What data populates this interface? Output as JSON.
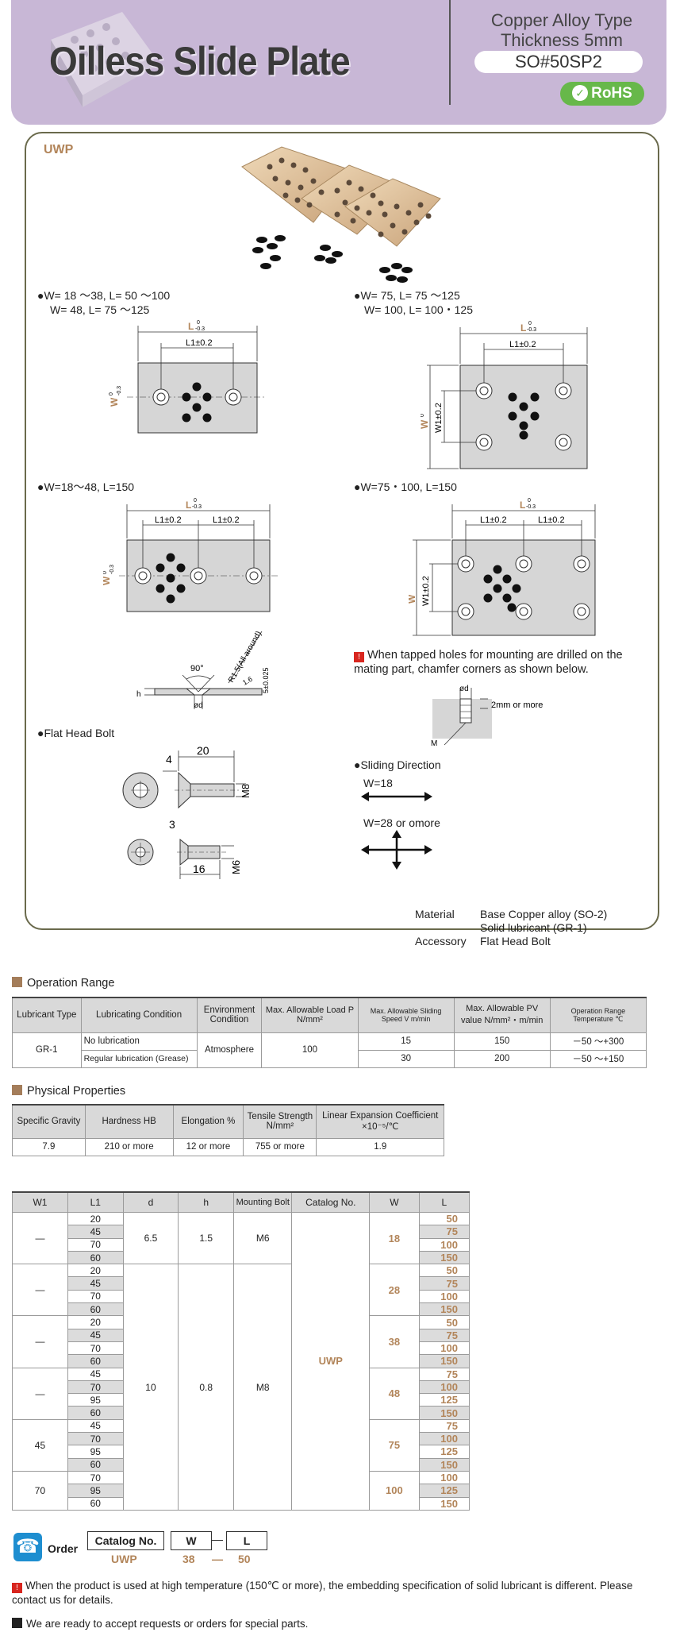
{
  "header": {
    "title": "Oilless Slide Plate",
    "type_line1": "Copper Alloy Type",
    "type_line2": "Thickness 5mm",
    "catalog_code": "SO#50SP2",
    "rohs": "RoHS"
  },
  "uwp": {
    "label": "UWP",
    "fig1_line1": "●W= 18 ～38, L= 50 ～100",
    "fig1_line2": "W= 48, L= 75 ～125",
    "fig2_line1": "●W= 75, L= 75 ～125",
    "fig2_line2": "W= 100, L= 100・125",
    "fig3": "●W=18～48, L=150",
    "fig4": "●W=75・100, L=150",
    "dim_L": "L",
    "dim_L_tol": "0\n-0.3",
    "dim_L1": "L1±0.2",
    "dim_W": "W",
    "dim_W1": "W1±0.2",
    "chamfer_90": "90°",
    "chamfer_r": "R1.5(All around)",
    "chamfer_16": "1.6",
    "chamfer_5": "5±0.025",
    "chamfer_h": "h",
    "chamfer_d": "ød",
    "tapped_note": "When tapped holes for mounting are drilled on the mating part, chamfer corners as shown below.",
    "tap_d": "ød",
    "tap_2mm": "2mm or more",
    "tap_M": "M",
    "flat_head_bolt": "●Flat Head Bolt",
    "bolt1_20": "20",
    "bolt1_4": "4",
    "bolt1_m8": "M8",
    "bolt2_3": "3",
    "bolt2_16": "16",
    "bolt2_m6": "M6",
    "sliding_direction": "●Sliding Direction",
    "w18": "W=18",
    "w28": "W=28 or omore",
    "material_label": "Material",
    "material_val1": "Base Copper alloy (SO-2)",
    "material_val2": "Solid lubricant (GR-1)",
    "accessory_label": "Accessory",
    "accessory_val": "Flat Head Bolt"
  },
  "operation_range": {
    "heading": "Operation Range",
    "headers": [
      "Lubricant Type",
      "Lubricating Condition",
      "Environment Condition",
      "Max. Allowable Load P N/mm²",
      "Max. Allowable Sliding Speed V m/min",
      "Max. Allowable PV value N/mm²・m/min",
      "Operation Range Temperature ℃"
    ],
    "lubricant": "GR-1",
    "cond1": "No lubrication",
    "cond2": "Regular lubrication (Grease)",
    "env": "Atmosphere",
    "load": "100",
    "speed1": "15",
    "pv1": "150",
    "temp1": "－50 ～+300",
    "speed2": "30",
    "pv2": "200",
    "temp2": "－50 ～+150"
  },
  "physical": {
    "heading": "Physical Properties",
    "headers": [
      "Specific Gravity",
      "Hardness HB",
      "Elongation %",
      "Tensile Strength N/mm²",
      "Linear Expansion Coefficient ×10⁻⁵/℃"
    ],
    "values": [
      "7.9",
      "210 or more",
      "12 or more",
      "755 or more",
      "1.9"
    ]
  },
  "catalog_table": {
    "headers": [
      "W1",
      "L1",
      "d",
      "h",
      "Mounting Bolt",
      "Catalog No.",
      "W",
      "L"
    ],
    "groups": [
      {
        "w1": "—",
        "W": "18",
        "L1": [
          "20",
          "45",
          "70",
          "60"
        ],
        "L": [
          "50",
          "75",
          "100",
          "150"
        ]
      },
      {
        "w1": "—",
        "W": "28",
        "L1": [
          "20",
          "45",
          "70",
          "60"
        ],
        "L": [
          "50",
          "75",
          "100",
          "150"
        ]
      },
      {
        "w1": "—",
        "W": "38",
        "L1": [
          "20",
          "45",
          "70",
          "60"
        ],
        "L": [
          "50",
          "75",
          "100",
          "150"
        ]
      },
      {
        "w1": "—",
        "W": "48",
        "L1": [
          "45",
          "70",
          "95",
          "60"
        ],
        "L": [
          "75",
          "100",
          "125",
          "150"
        ]
      },
      {
        "w1": "45",
        "W": "75",
        "L1": [
          "45",
          "70",
          "95",
          "60"
        ],
        "L": [
          "75",
          "100",
          "125",
          "150"
        ]
      },
      {
        "w1": "70",
        "W": "100",
        "L1": [
          "70",
          "95",
          "60"
        ],
        "L": [
          "100",
          "125",
          "150"
        ]
      }
    ],
    "d1": "6.5",
    "h1": "1.5",
    "bolt1": "M6",
    "d2": "10",
    "h2": "0.8",
    "bolt2": "M8",
    "catalog_no": "UWP"
  },
  "order": {
    "label": "Order",
    "box1": "Catalog No.",
    "box2": "W",
    "box3": "L",
    "dash": "—",
    "ex1": "UWP",
    "ex2": "38",
    "ex3": "50"
  },
  "footer": {
    "warning": "When the product is used at high temperature (150℃ or more), the embedding specification of solid lubricant is different. Please contact us for details.",
    "special": "We are ready to accept requests or orders for special parts."
  },
  "colors": {
    "header_bg": "#c8b7d6",
    "accent": "#b2855a",
    "rohs": "#67b84a",
    "table_head": "#d9d9d9"
  }
}
